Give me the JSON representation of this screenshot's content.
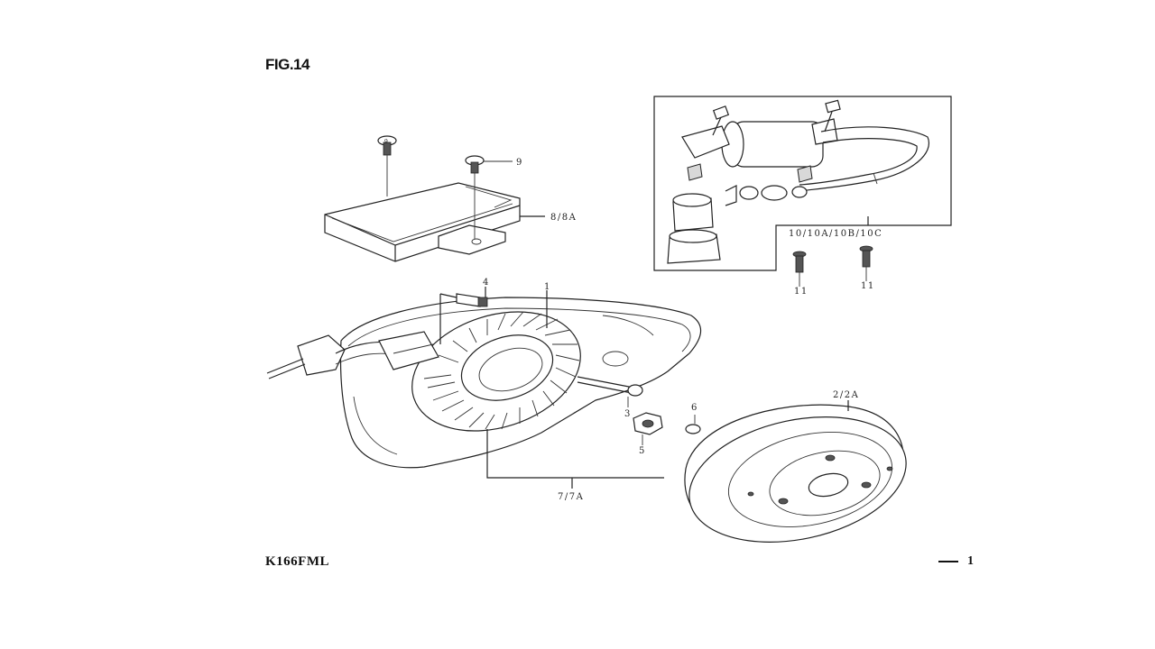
{
  "figure": {
    "title": "FIG.14",
    "model": "K166FML",
    "page": "1"
  },
  "callouts": {
    "p1": "1",
    "p2": "2/2A",
    "p3": "3",
    "p4": "4",
    "p5": "5",
    "p6": "6",
    "p7": "7/7A",
    "p8": "8/8A",
    "p9a": "9",
    "p9b": "9",
    "p10": "10/10A/10B/10C",
    "p11a": "11",
    "p11b": "11"
  },
  "colors": {
    "line": "#222222",
    "background": "#ffffff"
  }
}
